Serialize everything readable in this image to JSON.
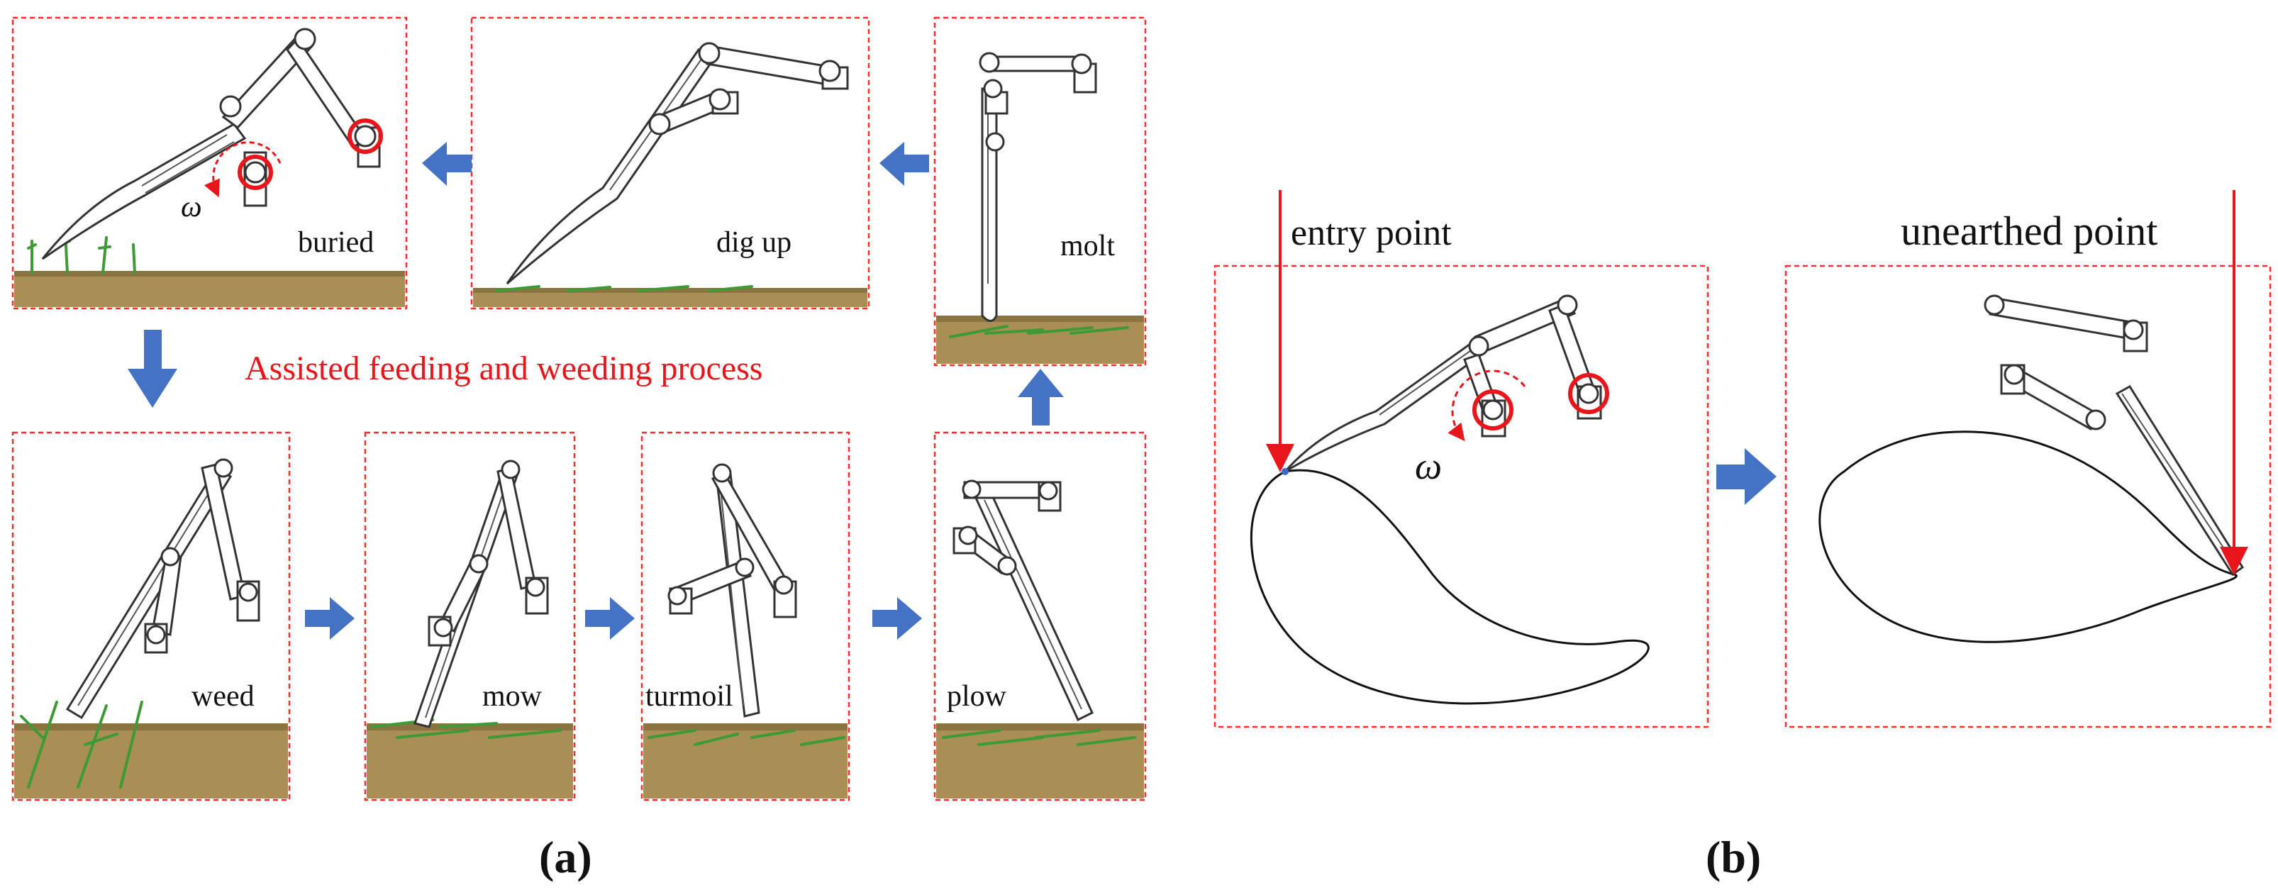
{
  "title": "Assisted feeding and weeding process",
  "colors": {
    "panel_border": "#ff2a2a",
    "flow_arrow": "#4472c4",
    "highlight": "#e8151b",
    "soil": "#a98f55",
    "weed": "#3e9a34"
  },
  "stages": [
    {
      "key": "buried",
      "label": "buried"
    },
    {
      "key": "dig_up",
      "label": "dig up"
    },
    {
      "key": "molt",
      "label": "molt"
    },
    {
      "key": "weed",
      "label": "weed"
    },
    {
      "key": "mow",
      "label": "mow"
    },
    {
      "key": "turmoil",
      "label": "turmoil"
    },
    {
      "key": "plow",
      "label": "plow"
    }
  ],
  "omega_symbol": "ω",
  "panel_b": {
    "entry_label": "entry point",
    "unearthed_label": "unearthed point"
  },
  "sublabels": {
    "a": "(a)",
    "b": "(b)"
  }
}
